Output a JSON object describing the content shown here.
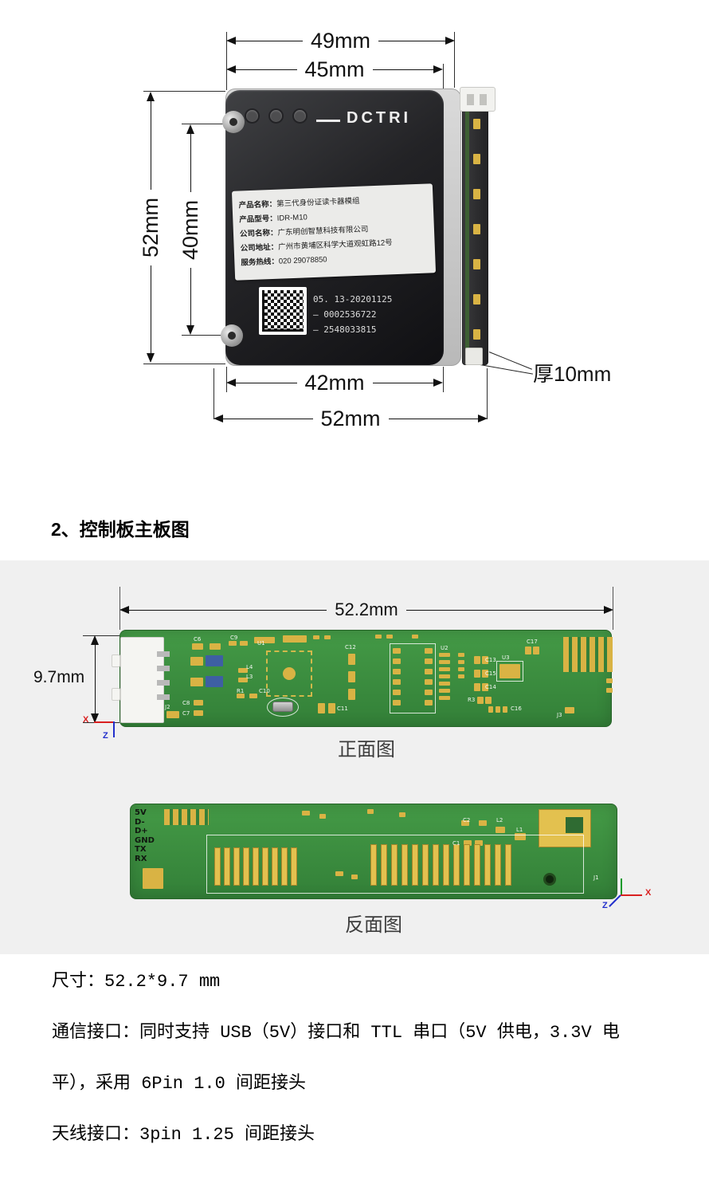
{
  "product_photo": {
    "brand": "DCTRI",
    "dims": {
      "d49": "49mm",
      "d45": "45mm",
      "d52v": "52mm",
      "d40": "40mm",
      "d42": "42mm",
      "d52b": "52mm",
      "thickness": "厚10mm"
    },
    "label_rows": [
      {
        "k": "产品名称：",
        "v": "第三代身份证读卡器模组"
      },
      {
        "k": "产品型号：",
        "v": "IDR-M10"
      },
      {
        "k": "公司名称：",
        "v": "广东明创智慧科技有限公司"
      },
      {
        "k": "公司地址：",
        "v": "广州市黄埔区科学大道观虹路12号"
      },
      {
        "k": "服务热线：",
        "v": "020 29078850"
      }
    ],
    "qr_lines": [
      "05. 13-20201125",
      "— 0002536722",
      "— 2548033815"
    ]
  },
  "section_title": "2、控制板主板图",
  "pcb": {
    "width_dim": "52.2mm",
    "height_dim": "9.7mm",
    "front_caption": "正面图",
    "back_caption": "反面图",
    "back_pins": [
      "5V",
      "D-",
      "D+",
      "GND",
      "TX",
      "RX"
    ],
    "front_refs": [
      "C6",
      "C9",
      "U1",
      "C12",
      "U2",
      "C13",
      "C15",
      "C14",
      "C17",
      "U3",
      "R3",
      "L4",
      "L3",
      "R1",
      "C10",
      "C8",
      "C7",
      "C11",
      "J2",
      "J3",
      "C16"
    ],
    "back_refs": [
      "C2",
      "L2",
      "L1",
      "C1",
      "J1"
    ],
    "axes": {
      "x": "X",
      "z": "Z"
    }
  },
  "specs": {
    "size": "尺寸：52.2*9.7 mm",
    "comm_line1": "通信接口：同时支持 USB（5V）接口和 TTL 串口（5V 供电，3.3V 电",
    "comm_line2": "平），采用 6Pin 1.0 间距接头",
    "antenna": "天线接口：3pin 1.25 间距接头"
  }
}
